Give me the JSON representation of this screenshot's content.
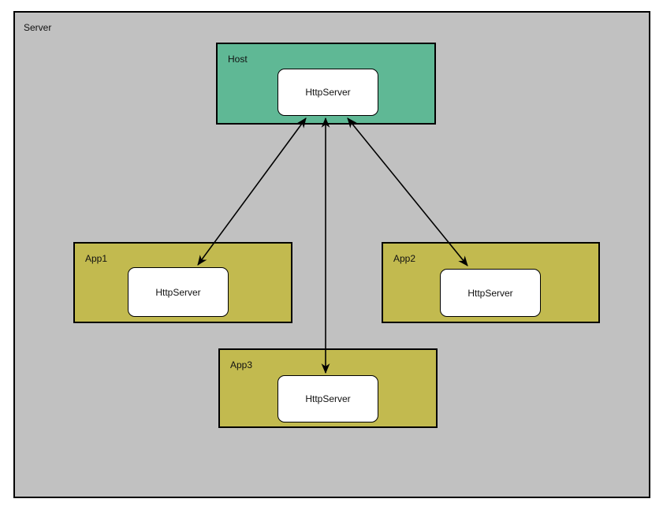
{
  "diagram": {
    "server": {
      "label": "Server"
    },
    "host": {
      "label": "Host",
      "node": {
        "label": "HttpServer"
      }
    },
    "apps": [
      {
        "label": "App1",
        "node": {
          "label": "HttpServer"
        }
      },
      {
        "label": "App2",
        "node": {
          "label": "HttpServer"
        }
      },
      {
        "label": "App3",
        "node": {
          "label": "HttpServer"
        }
      }
    ],
    "edges": [
      {
        "from": "Host.HttpServer",
        "to": "App1.HttpServer",
        "bidirectional": true
      },
      {
        "from": "Host.HttpServer",
        "to": "App3.HttpServer",
        "bidirectional": true
      },
      {
        "from": "Host.HttpServer",
        "to": "App2.HttpServer",
        "bidirectional": true
      }
    ],
    "colors": {
      "server_fill": "#C1C1C1",
      "host_fill": "#5FB895",
      "app_fill": "#C2BA4F",
      "node_fill": "#FFFFFF",
      "border": "#000000"
    }
  }
}
